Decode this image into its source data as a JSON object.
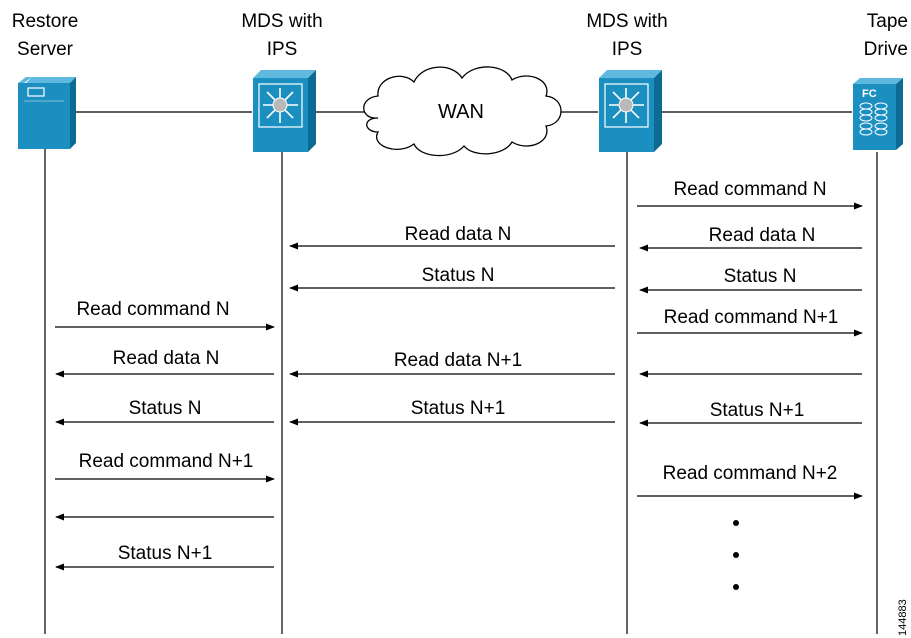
{
  "nodes": {
    "restore_server": {
      "label_line1": "Restore",
      "label_line2": "Server",
      "icon": "server-icon"
    },
    "mds_left": {
      "label_line1": "MDS with",
      "label_line2": "IPS",
      "icon": "mds-switch-icon"
    },
    "mds_right": {
      "label_line1": "MDS with",
      "label_line2": "IPS",
      "icon": "mds-switch-icon"
    },
    "tape_drive": {
      "label_line1": "Tape",
      "label_line2": "Drive",
      "icon": "fc-tape-drive-icon",
      "badge": "FC"
    }
  },
  "cloud": {
    "label": "WAN"
  },
  "messages": {
    "m1": "Read command N",
    "m2": "Read data N",
    "m3": "Read data N",
    "m4": "Status N",
    "m5": "Status N",
    "m6": "Read command N",
    "m7": "Read command N+1",
    "m8": "Read data N",
    "m9": "Read data N+1",
    "m10": "Status N",
    "m11": "Status N+1",
    "m12": "Status N+1",
    "m13": "Read command N+1",
    "m14": "Read command N+2",
    "m15": "Status N+1"
  },
  "figure_id": "144883",
  "colors": {
    "device_blue": "#1b8fc0",
    "device_blue_dark": "#0c6a93",
    "device_blue_light": "#5fb8dd"
  }
}
